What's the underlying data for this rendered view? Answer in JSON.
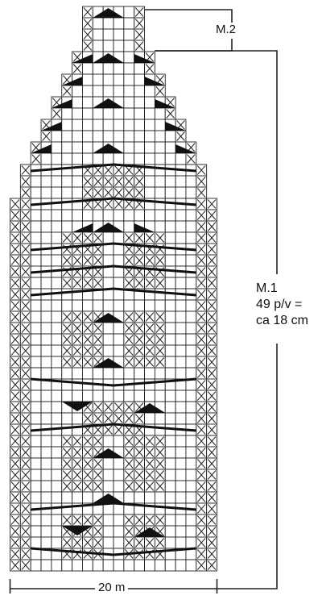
{
  "labels": {
    "m2": "M.2",
    "m1_name": "M.1",
    "m1_stitches": "49 p/v =",
    "m1_length": "ca 18 cm",
    "width": "20 m"
  },
  "colors": {
    "grid_line": "#222222",
    "filled": "#111111",
    "background": "#ffffff"
  },
  "chart": {
    "columns": 20,
    "rows_m1": 49,
    "symbols": [
      "cross",
      "empty",
      "triangle",
      "zigzag"
    ]
  }
}
